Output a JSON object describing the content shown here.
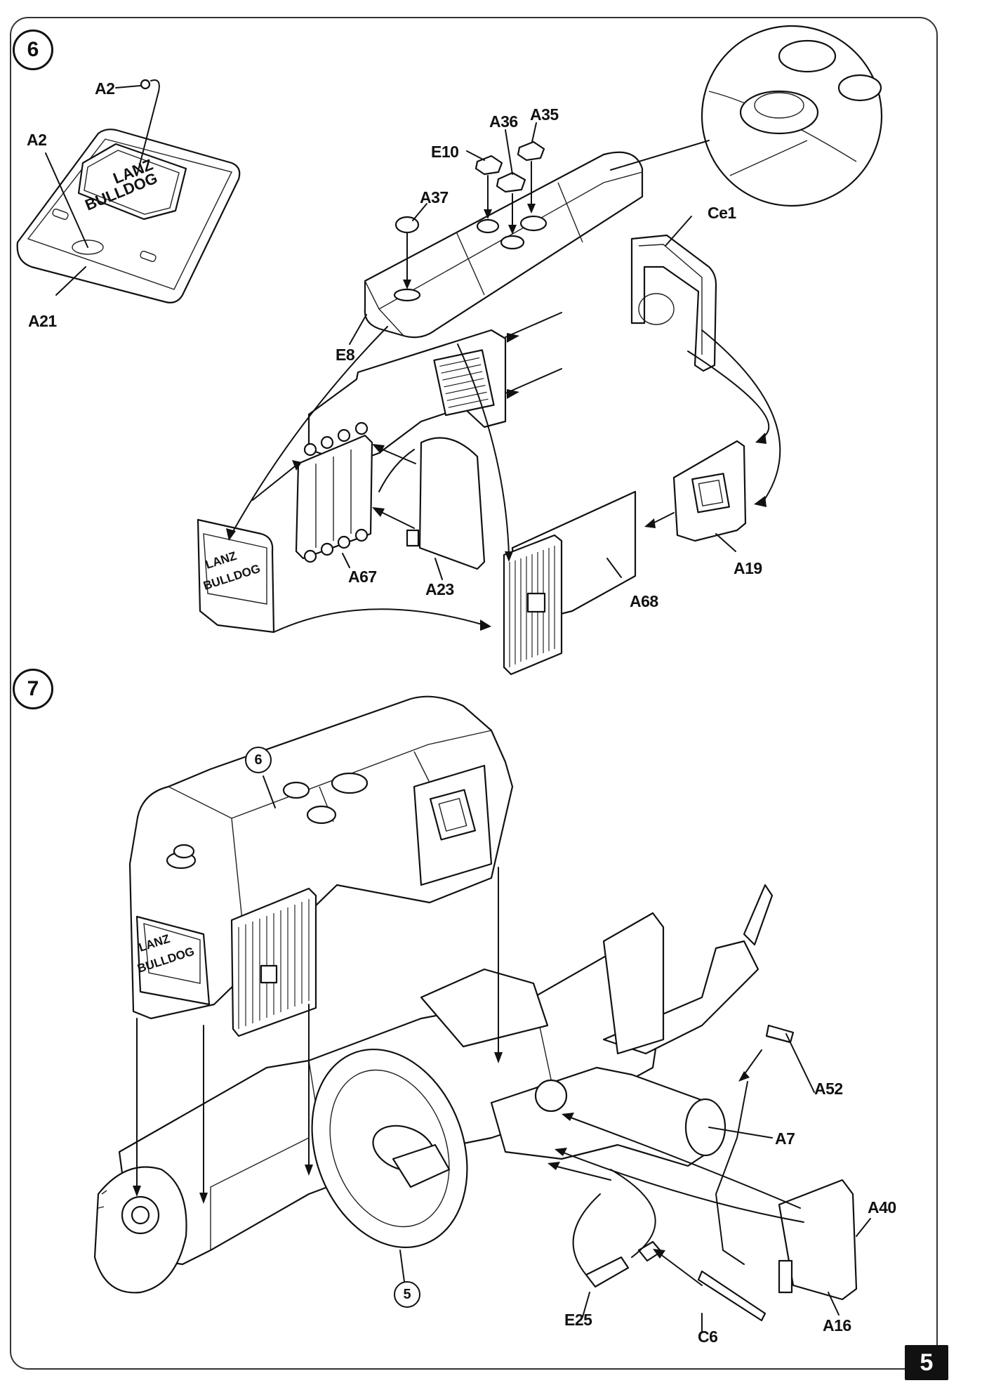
{
  "page": {
    "number": "5"
  },
  "step6": {
    "badge": "6",
    "labels": {
      "a2_top": "A2",
      "a2_left": "A2",
      "a21": "A21",
      "e8": "E8",
      "a37": "A37",
      "e10": "E10",
      "a36": "A36",
      "a35": "A35",
      "ce1": "Ce1",
      "a67": "A67",
      "a23": "A23",
      "a68": "A68",
      "a19": "A19"
    },
    "logo_line1": "LANZ",
    "logo_line2": "BULLDOG"
  },
  "step7": {
    "badge": "7",
    "callout_6": "6",
    "callout_5": "5",
    "labels": {
      "a52": "A52",
      "a7": "A7",
      "a40": "A40",
      "a16": "A16",
      "e25": "E25",
      "c6": "C6"
    }
  }
}
